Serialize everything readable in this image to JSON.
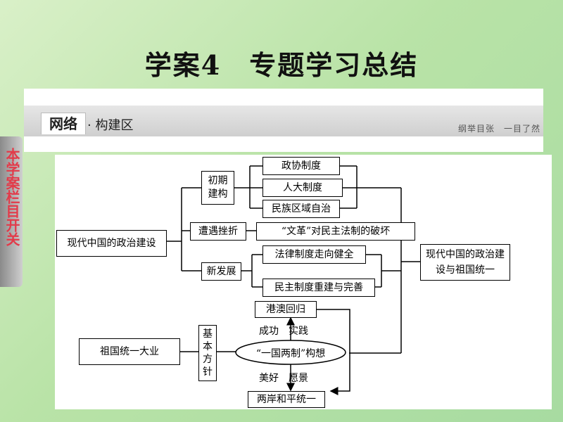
{
  "page": {
    "title": "学案4　专题学习总结",
    "header_tab": "网络",
    "header_sub": "· 构建区",
    "header_right": "纲举目张　一目了然",
    "sidebar_label": "本学案栏目开关"
  },
  "diagram": {
    "root": "现代中国的政治建设",
    "branch_initial": "初期建构",
    "initial_items": [
      "政协制度",
      "人大制度",
      "民族区域自治"
    ],
    "branch_setback": "遭遇挫折",
    "setback_item": "“文革”对民主法制的破坏",
    "branch_new": "新发展",
    "new_items": [
      "法律制度走向健全",
      "民主制度重建与完善"
    ],
    "summary": "现代中国的政治建设与祖国统一",
    "reunification": "祖国统一大业",
    "policy": "基本方针",
    "concept": "“一国两制”构想",
    "hk_macau": "港澳回归",
    "success_label": "成功　实践",
    "cross_strait": "两岸和平统一",
    "hope_label": "美好　愿景"
  }
}
